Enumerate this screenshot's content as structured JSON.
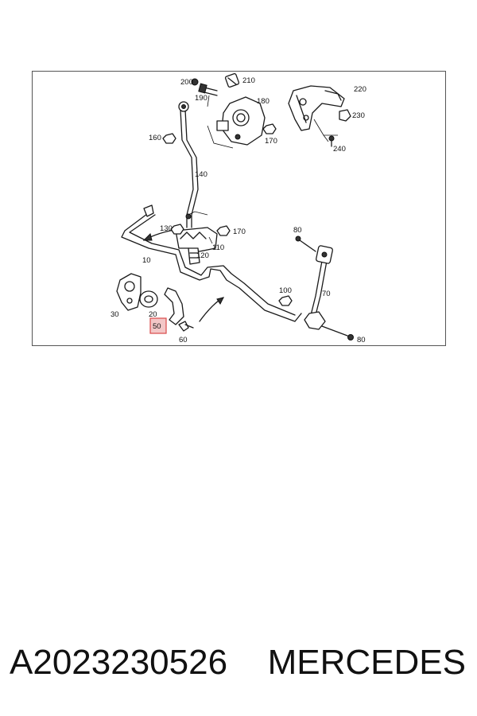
{
  "diagram": {
    "callouts": {
      "c10": "10",
      "c20": "20",
      "c30": "30",
      "c50": "50",
      "c60": "60",
      "c70": "70",
      "c80a": "80",
      "c80b": "80",
      "c100": "100",
      "c110": "110",
      "c120": "120",
      "c130": "130",
      "c140": "140",
      "c160": "160",
      "c170a": "170",
      "c170b": "170",
      "c180": "180",
      "c190": "190",
      "c200": "200",
      "c210": "210",
      "c220": "220",
      "c230": "230",
      "c240": "240"
    },
    "highlighted_callout": "50",
    "highlight_color": "#f3c7c7",
    "highlight_border": "#d94a4a"
  },
  "footer": {
    "part_number": "A2023230526",
    "brand": "MERCEDES"
  }
}
